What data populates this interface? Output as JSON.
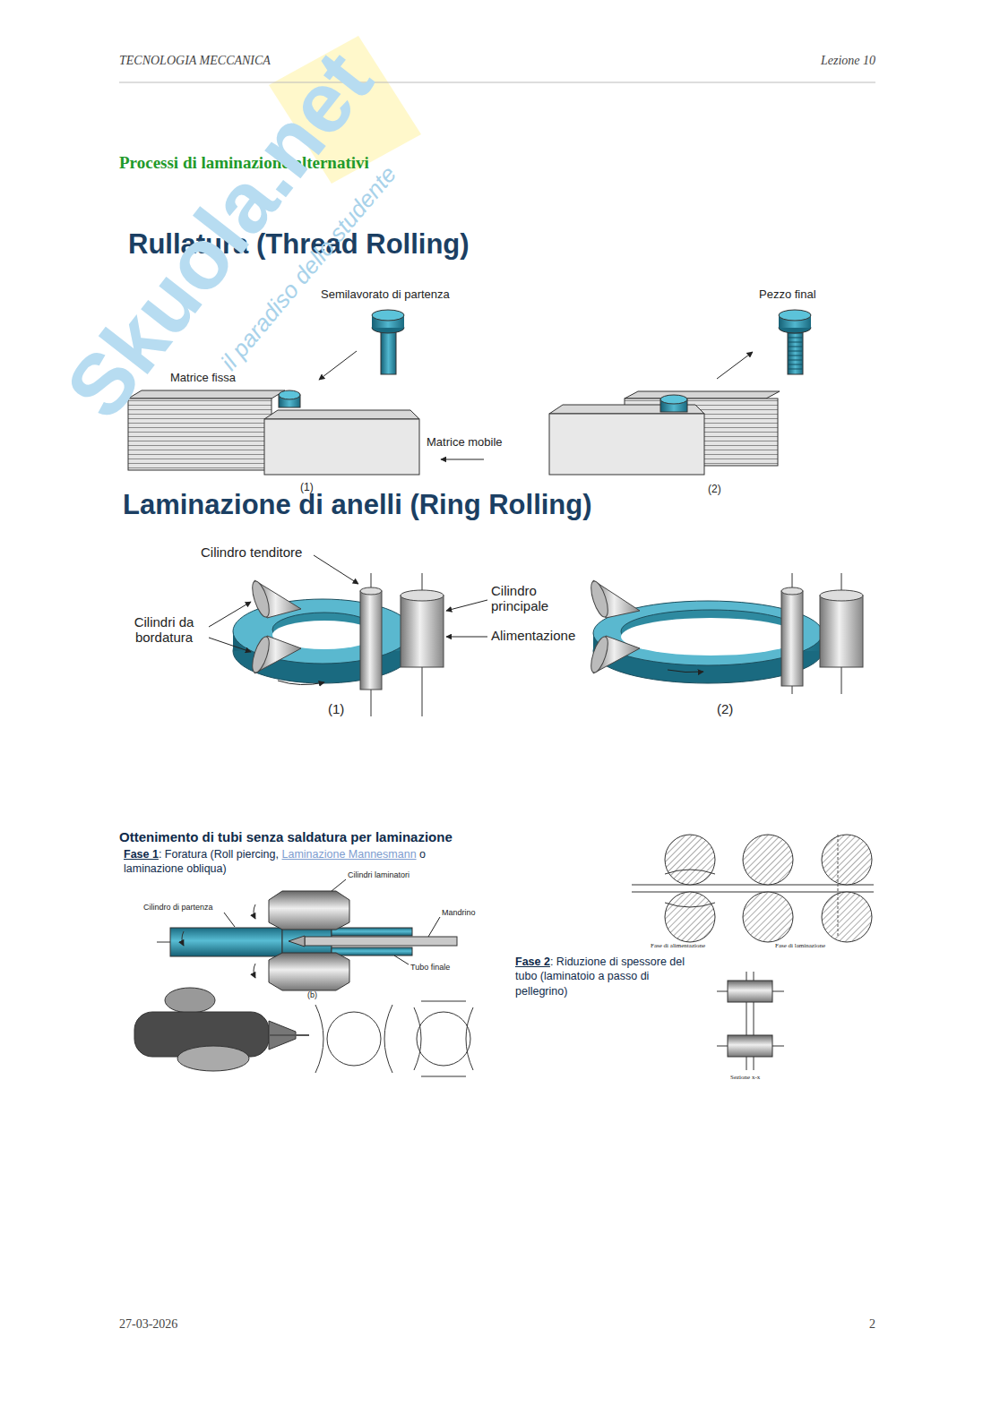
{
  "diagram": {
    "title": "Processi di laminazione alternativi",
    "labels": [
      "TECNOLOGIA MECCANICA",
      "Lezione 10",
      "Rullatura (Thread Rolling)",
      "Semilavorato di partenza",
      "Pezzo final",
      "Matrice fissa",
      "Matrice mobile",
      "(1)",
      "(2)",
      "Laminazione di anelli (Ring Rolling)",
      "Cilindro tenditore",
      "Cilindri da bordatura",
      "Cilindro principale",
      "Alimentazione",
      "(1)",
      "(2)",
      "Ottenimento di tubi senza saldatura per laminazione",
      "Fase 1",
      ": Foratura (Roll piercing,",
      "Laminazione Mannesmann",
      "o laminazione obliqua)",
      "Cilindri laminatori",
      "Cilindro di partenza",
      "Mandrino",
      "Tubo finale",
      "(b)",
      "Fase di alimentazione",
      "Fase di laminazione",
      "Fase 2",
      ": Riduzione di spessore del tubo (laminatoio a passo di pellegrino)",
      "Sezione x-x",
      "27-03-2026",
      "2",
      "Skuola.net",
      "il paradiso dello studente"
    ]
  }
}
